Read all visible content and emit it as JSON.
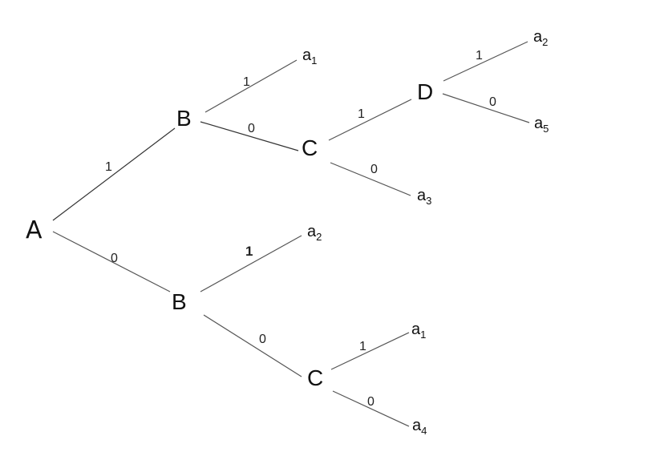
{
  "nodes": {
    "root": "A",
    "b_upper": "B",
    "c_upper": "C",
    "d_upper": "D",
    "b_lower": "B",
    "c_lower": "C"
  },
  "edges": {
    "a_b_upper": "1",
    "a_b_lower": "0",
    "b_upper_leaf": "1",
    "b_upper_c": "0",
    "c_upper_d": "1",
    "c_upper_leaf": "0",
    "d_leaf_top": "1",
    "d_leaf_bottom": "0",
    "b_lower_leaf": "1",
    "b_lower_c": "0",
    "c_lower_leaf_top": "1",
    "c_lower_leaf_bottom": "0"
  },
  "leaves": {
    "b_upper_leaf": {
      "base": "a",
      "sub": "1"
    },
    "d_leaf_top": {
      "base": "a",
      "sub": "2"
    },
    "d_leaf_bottom": {
      "base": "a",
      "sub": "5"
    },
    "c_upper_leaf": {
      "base": "a",
      "sub": "3"
    },
    "b_lower_leaf": {
      "base": "a",
      "sub": "2"
    },
    "c_lower_leaf_top": {
      "base": "a",
      "sub": "1"
    },
    "c_lower_leaf_bottom": {
      "base": "a",
      "sub": "4"
    }
  }
}
